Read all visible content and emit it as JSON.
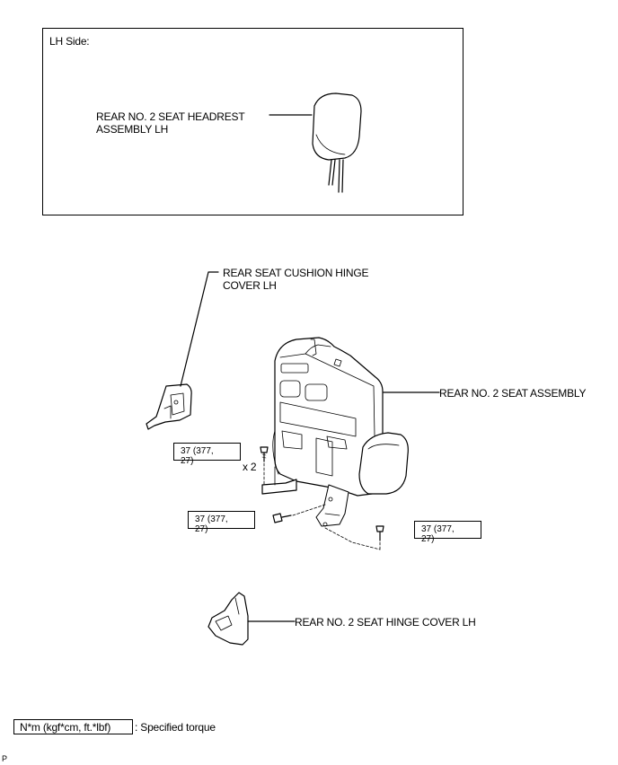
{
  "inset": {
    "title": "LH Side:",
    "headrest_label_1": "REAR NO. 2 SEAT HEADREST",
    "headrest_label_2": "ASSEMBLY LH"
  },
  "labels": {
    "cushion_hinge_cover_1": "REAR SEAT CUSHION HINGE",
    "cushion_hinge_cover_2": "COVER LH",
    "seat_assembly": "REAR NO. 2 SEAT ASSEMBLY",
    "seat_hinge_cover": "REAR NO. 2 SEAT HINGE COVER LH",
    "quantity": "x 2"
  },
  "torques": [
    {
      "line1": "37 (377,",
      "line2": "27)"
    },
    {
      "line1": "37 (377,",
      "line2": "27)"
    },
    {
      "line1": "37 (377,",
      "line2": "27)"
    }
  ],
  "legend": {
    "unit": "N*m (kgf*cm, ft.*lbf)",
    "desc": ": Specified torque"
  },
  "corner_mark": "P"
}
